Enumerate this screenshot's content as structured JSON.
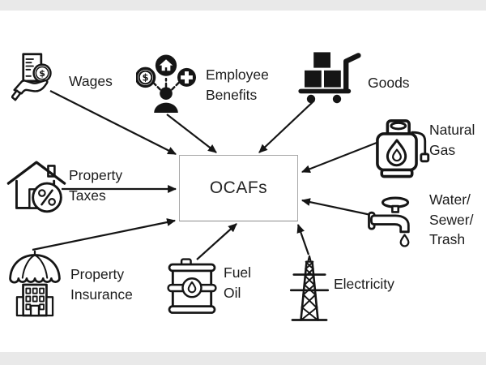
{
  "window": {
    "top_bar_color": "#e9e9e9",
    "bottom_bar_color": "#e9e9e9",
    "background": "#ffffff"
  },
  "colors": {
    "ink": "#151515",
    "label_text": "#1c1c1c",
    "center_box_border": "#a8a8a8"
  },
  "diagram": {
    "center": {
      "label": "OCAFs"
    },
    "nodes": [
      {
        "id": "wages",
        "icon": "wages-hand-receipt-icon",
        "label": "Wages",
        "label_lines": [
          "Wages"
        ]
      },
      {
        "id": "employee-benefits",
        "icon": "employee-benefits-icon",
        "label": "Employee Benefits",
        "label_lines": [
          "Employee",
          "Benefits"
        ]
      },
      {
        "id": "goods",
        "icon": "goods-handtruck-icon",
        "label": "Goods",
        "label_lines": [
          "Goods"
        ]
      },
      {
        "id": "natural-gas",
        "icon": "natural-gas-cylinder-icon",
        "label": "Natural Gas",
        "label_lines": [
          "Natural",
          "Gas"
        ]
      },
      {
        "id": "water-sewer-trash",
        "icon": "water-faucet-icon",
        "label": "Water/Sewer/Trash",
        "label_lines": [
          "Water/",
          "Sewer/",
          "Trash"
        ]
      },
      {
        "id": "electricity",
        "icon": "transmission-tower-icon",
        "label": "Electricity",
        "label_lines": [
          "Electricity"
        ]
      },
      {
        "id": "fuel-oil",
        "icon": "oil-barrel-icon",
        "label": "Fuel Oil",
        "label_lines": [
          "Fuel",
          "Oil"
        ]
      },
      {
        "id": "property-insurance",
        "icon": "umbrella-building-icon",
        "label": "Property Insurance",
        "label_lines": [
          "Property",
          "Insurance"
        ]
      },
      {
        "id": "property-taxes",
        "icon": "house-percent-icon",
        "label": "Property Taxes",
        "label_lines": [
          "Property",
          "Taxes"
        ]
      }
    ]
  }
}
